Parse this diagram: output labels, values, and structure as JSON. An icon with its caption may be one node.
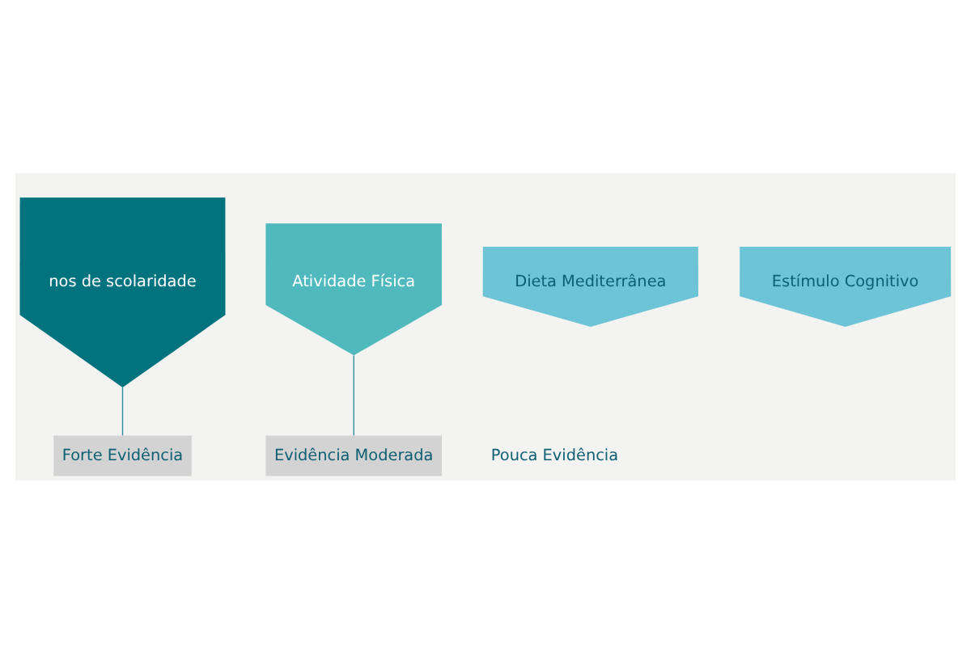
{
  "diagram": {
    "nodes": [
      {
        "text": [
          "nos de scolaridade"
        ]
      },
      {
        "text": [
          "Atividade Física"
        ]
      },
      {
        "text": [
          "Dieta Mediterrânea"
        ]
      },
      {
        "text": [
          "Estímulo Cognitivo"
        ]
      },
      {
        "text": [
          "Forte Evidência"
        ]
      },
      {
        "text": [
          "Evidência Moderada"
        ]
      }
    ],
    "edges": [
      {
        "from": 4,
        "to": 0,
        "arrow": "none"
      },
      {
        "from": 5,
        "to": 1,
        "arrow": "none"
      }
    ],
    "labels": [
      "Pouca Evidência"
    ]
  }
}
